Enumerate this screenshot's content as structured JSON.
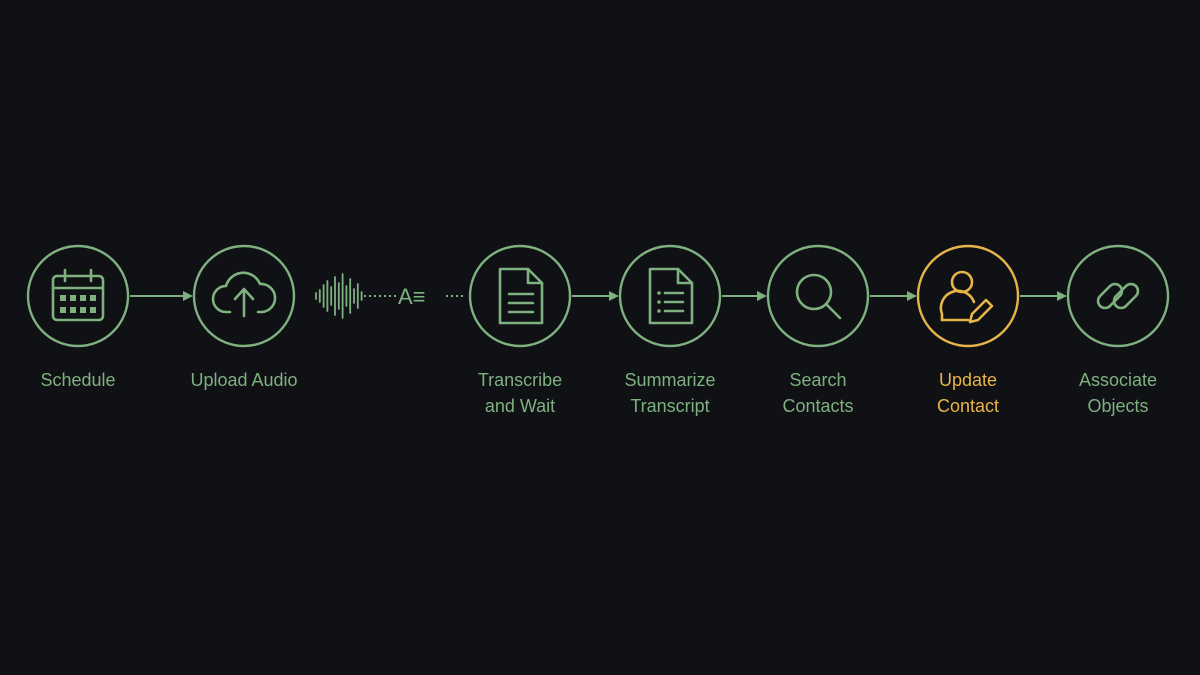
{
  "colors": {
    "background": "#0f1115",
    "step": "#7fb080",
    "highlight": "#e8b44a"
  },
  "steps": [
    {
      "id": "schedule",
      "icon": "calendar-icon",
      "label": [
        "Schedule"
      ],
      "highlight": false
    },
    {
      "id": "upload-audio",
      "icon": "cloud-upload-icon",
      "label": [
        "Upload Audio"
      ],
      "highlight": false
    },
    {
      "id": "transcribe-and-wait",
      "icon": "document-icon",
      "label": [
        "Transcribe",
        "and Wait"
      ],
      "highlight": false
    },
    {
      "id": "summarize-transcript",
      "icon": "list-document-icon",
      "label": [
        "Summarize",
        "Transcript"
      ],
      "highlight": false
    },
    {
      "id": "search-contacts",
      "icon": "magnifier-icon",
      "label": [
        "Search",
        "Contacts"
      ],
      "highlight": false
    },
    {
      "id": "update-contact",
      "icon": "user-edit-icon",
      "label": [
        "Update",
        "Contact"
      ],
      "highlight": true
    },
    {
      "id": "associate-objects",
      "icon": "link-icon",
      "label": [
        "Associate",
        "Objects"
      ],
      "highlight": false
    }
  ],
  "connectors": [
    {
      "from": "schedule",
      "to": "upload-audio",
      "type": "arrow"
    },
    {
      "from": "upload-audio",
      "to": "transcribe-and-wait",
      "type": "audio-to-text",
      "glyph": "A≡"
    },
    {
      "from": "transcribe-and-wait",
      "to": "summarize-transcript",
      "type": "arrow"
    },
    {
      "from": "summarize-transcript",
      "to": "search-contacts",
      "type": "arrow"
    },
    {
      "from": "search-contacts",
      "to": "update-contact",
      "type": "arrow"
    },
    {
      "from": "update-contact",
      "to": "associate-objects",
      "type": "arrow"
    }
  ]
}
